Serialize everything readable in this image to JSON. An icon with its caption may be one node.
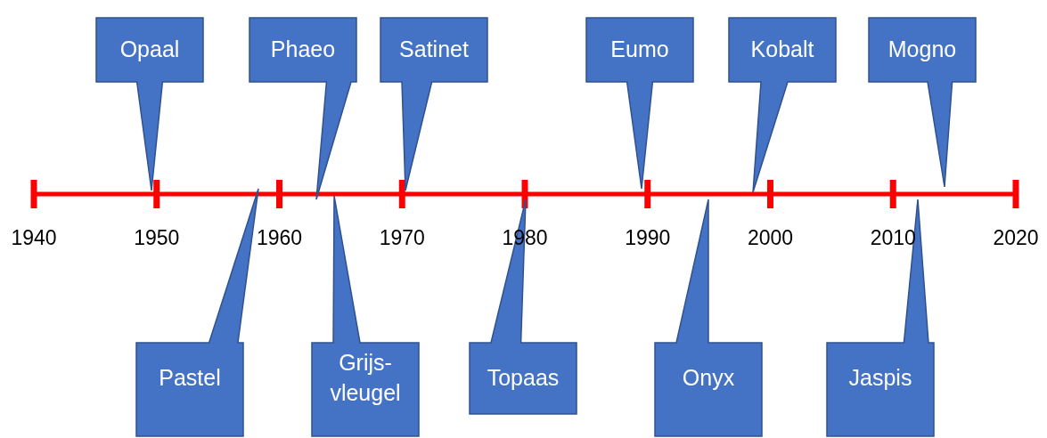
{
  "diagram": {
    "nodes": [
      {
        "text": [
          "Opaal"
        ]
      },
      {
        "text": [
          "Phaeo"
        ]
      },
      {
        "text": [
          "Satinet"
        ]
      },
      {
        "text": [
          "Eumo"
        ]
      },
      {
        "text": [
          "Kobalt"
        ]
      },
      {
        "text": [
          "Mogno"
        ]
      },
      {
        "text": [
          "Pastel"
        ]
      },
      {
        "text": [
          "Grijs- vleugel"
        ]
      },
      {
        "text": [
          "Topaas"
        ]
      },
      {
        "text": [
          "Onyx"
        ]
      },
      {
        "text": [
          "Jaspis"
        ]
      }
    ],
    "edges": [],
    "labels": [
      "1940",
      "1950",
      "1960",
      "1970",
      "1980",
      "1990",
      "2000",
      "2010",
      "2020"
    ]
  }
}
